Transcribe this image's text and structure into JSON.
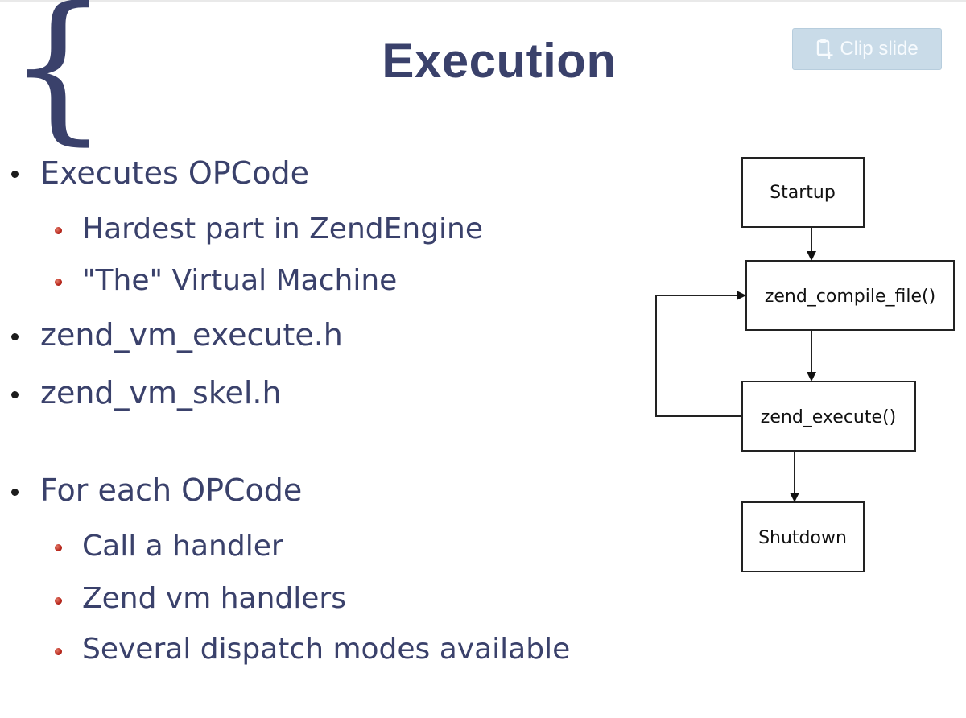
{
  "slide": {
    "brace": "{",
    "title": "Execution",
    "clip_button": {
      "label": "Clip slide",
      "icon": "clip-icon"
    },
    "bullets": [
      {
        "level": 1,
        "text": "Executes OPCode"
      },
      {
        "level": 2,
        "text": "Hardest part in ZendEngine"
      },
      {
        "level": 2,
        "text": "\"The\" Virtual Machine"
      },
      {
        "level": 1,
        "text": "zend_vm_execute.h"
      },
      {
        "level": 1,
        "text": "zend_vm_skel.h"
      },
      {
        "level": 1,
        "text": "For each OPCode"
      },
      {
        "level": 2,
        "text": "Call a handler"
      },
      {
        "level": 2,
        "text": "Zend vm handlers"
      },
      {
        "level": 2,
        "text": "Several dispatch modes available"
      }
    ],
    "flowchart": {
      "nodes": [
        "Startup",
        "zend_compile_file()",
        "zend_execute()",
        "Shutdown"
      ]
    }
  },
  "colors": {
    "title": "#3a416b",
    "bullet_text": "#3a416b",
    "sub_bullet_dot": "#b8251a",
    "clip_button_bg": "#c9dbe8"
  }
}
